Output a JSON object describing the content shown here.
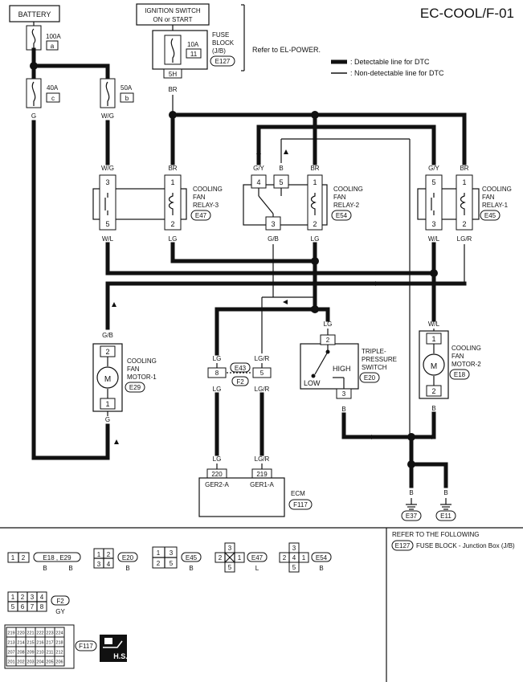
{
  "header": {
    "code": "EC-COOL/F-01"
  },
  "legend": {
    "detectable": ": Detectable line for DTC",
    "non_detectable": ": Non-detectable line for DTC"
  },
  "power": {
    "battery": "BATTERY",
    "ign_line1": "IGNITION SWITCH",
    "ign_line2": "ON or START",
    "fuse_block_1": "FUSE",
    "fuse_block_2": "BLOCK",
    "fuse_block_3": "(J/B)",
    "fuse_block_conn": "E127",
    "fuse_10a": "10A",
    "fuse_10a_no": "11",
    "fuse_5h": "5H",
    "refer_power": "Refer to EL-POWER.",
    "fuse_100a": "100A",
    "fuse_100a_id": "a",
    "fuse_40a": "40A",
    "fuse_40a_id": "c",
    "fuse_50a": "50A",
    "fuse_50a_id": "b"
  },
  "wires": {
    "g": "G",
    "wg": "W/G",
    "br": "BR",
    "gy": "G/Y",
    "b": "B",
    "wl": "W/L",
    "lg": "LG",
    "gb": "G/B",
    "lgr": "LG/R"
  },
  "relay3": {
    "l1": "COOLING",
    "l2": "FAN",
    "l3": "RELAY-3",
    "conn": "E47",
    "p3": "3",
    "p1": "1",
    "p5": "5",
    "p2": "2"
  },
  "relay2": {
    "l1": "COOLING",
    "l2": "FAN",
    "l3": "RELAY-2",
    "conn": "E54",
    "p4": "4",
    "p5": "5",
    "p1": "1",
    "p3": "3",
    "p2": "2"
  },
  "relay1": {
    "l1": "COOLING",
    "l2": "FAN",
    "l3": "RELAY-1",
    "conn": "E45",
    "p5": "5",
    "p1": "1",
    "p3": "3",
    "p2": "2"
  },
  "motor1": {
    "l1": "COOLING",
    "l2": "FAN",
    "l3": "MOTOR-1",
    "conn": "E29",
    "p2": "2",
    "p1": "1",
    "m": "M"
  },
  "motor2": {
    "l1": "COOLING",
    "l2": "FAN",
    "l3": "MOTOR-2",
    "conn": "E18",
    "p1": "1",
    "p2": "2",
    "m": "M"
  },
  "switch": {
    "l1": "TRIPLE-",
    "l2": "PRESSURE",
    "l3": "SWITCH",
    "conn": "E20",
    "high": "HIGH",
    "low": "LOW",
    "p2": "2",
    "p3": "3"
  },
  "joint": {
    "conn": "E43",
    "conn2": "F2",
    "p8": "8",
    "p5": "5"
  },
  "ecm": {
    "label": "ECM",
    "conn": "F117",
    "t220": "220",
    "t219": "219",
    "gr2": "GER2-A",
    "gr1": "GER1-A"
  },
  "grounds": {
    "e37": "E37",
    "e11": "E11"
  },
  "bottom": {
    "refer_title": "REFER TO THE FOLLOWING",
    "refer_conn": "E127",
    "refer_text": "FUSE BLOCK - Junction Box (J/B)",
    "c1_conns": "E18 , E29",
    "c1_color": "B",
    "c1_color2": "B",
    "c1_pins": [
      "1",
      "2"
    ],
    "c2_conn": "E20",
    "c2_color": "B",
    "c2_pins": [
      "1",
      "2",
      "3",
      "4"
    ],
    "c3_conn": "E45",
    "c3_color": "B",
    "c3_pins": [
      "1",
      "3",
      "2",
      "5"
    ],
    "c4_conn": "E47",
    "c4_color": "L",
    "c4_pins": [
      "3",
      "2",
      "1",
      "5"
    ],
    "c5_conn": "E54",
    "c5_color": "B",
    "c5_pins": [
      "3",
      "2",
      "4",
      "1",
      "5"
    ],
    "c6_conn": "F2",
    "c6_color": "GY",
    "c6_pins": [
      "1",
      "2",
      "3",
      "4",
      "5",
      "6",
      "7",
      "8"
    ],
    "c7_conn": "F117",
    "c7_rows": [
      [
        "219",
        "220",
        "221",
        "222",
        "223",
        "224"
      ],
      [
        "213",
        "214",
        "215",
        "216",
        "217",
        "218"
      ],
      [
        "207",
        "208",
        "209",
        "210",
        "211",
        "212"
      ],
      [
        "201",
        "202",
        "203",
        "204",
        "205",
        "206"
      ]
    ],
    "hs": "H.S."
  }
}
